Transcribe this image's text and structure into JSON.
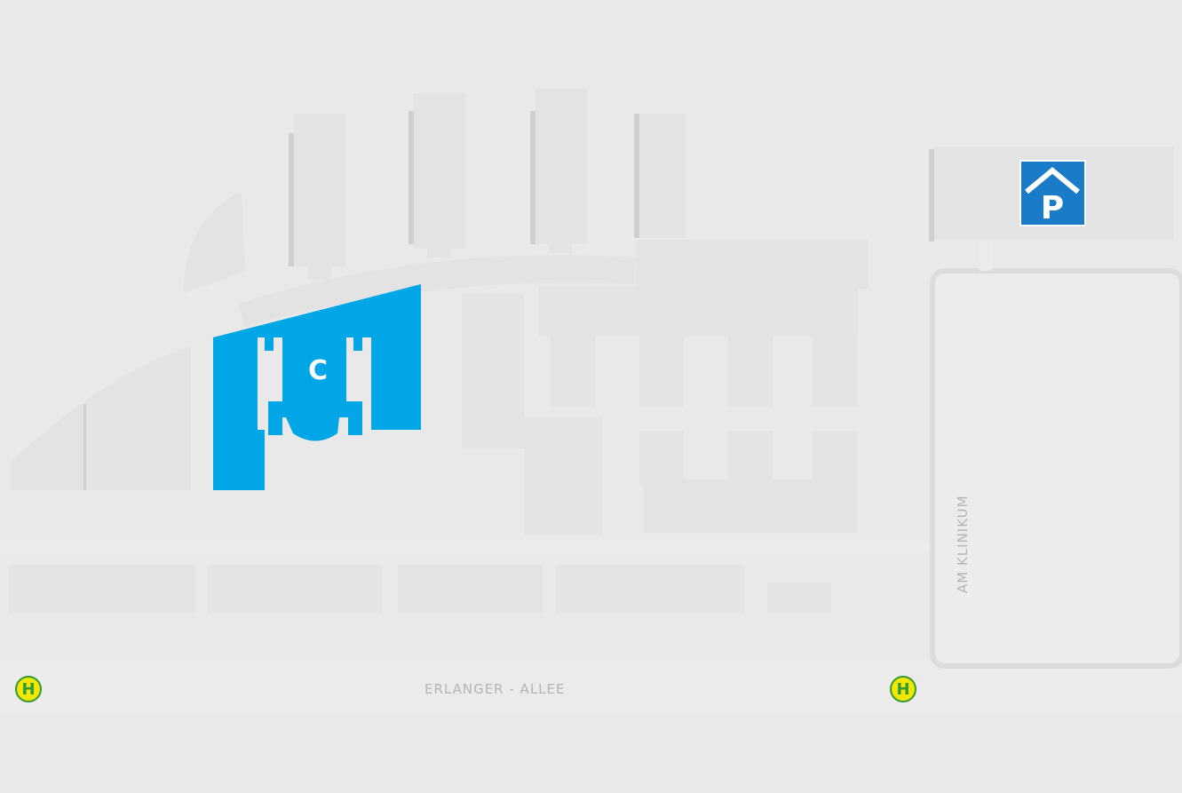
{
  "map": {
    "highlight_color": "#00a6e5",
    "building_color": "#e3e3e3",
    "background_color": "#e9e9e9"
  },
  "highlighted_building": {
    "label": "C"
  },
  "streets": {
    "erlanger_allee": "ERLANGER - ALLEE",
    "am_klinikum": "AM KLINIKUM"
  },
  "bus_stops": [
    {
      "label": "H",
      "icon": "bus-stop-icon"
    },
    {
      "label": "H",
      "icon": "bus-stop-icon"
    }
  ],
  "parking": {
    "label": "P",
    "icon": "parking-garage-icon"
  }
}
